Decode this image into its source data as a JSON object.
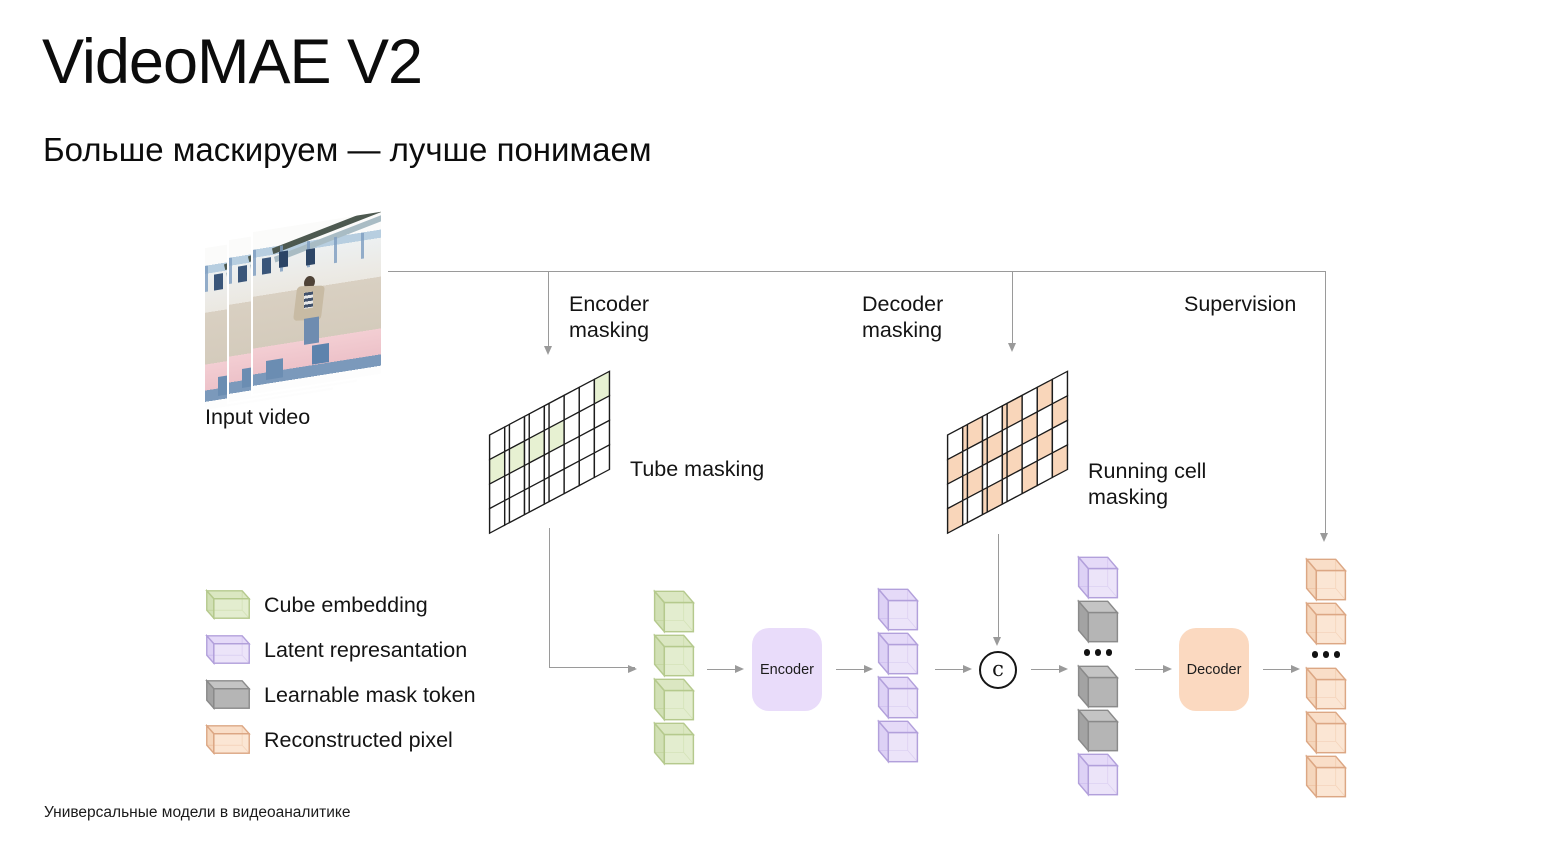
{
  "slide": {
    "title": "VideoMAE V2",
    "subtitle": "Больше маскируем — лучше понимаем",
    "footer": "Универсальные модели в видеоаналитике"
  },
  "diagram": {
    "input_video_label": "Input video",
    "encoder_masking": {
      "line1": "Encoder",
      "line2": "masking"
    },
    "decoder_masking": {
      "line1": "Decoder",
      "line2": "masking"
    },
    "tube_masking_label": "Tube masking",
    "running_cell_masking": {
      "line1": "Running cell",
      "line2": "masking"
    },
    "supervision_label": "Supervision",
    "encoder_block_label": "Encoder",
    "decoder_block_label": "Decoder",
    "concat_symbol": "c"
  },
  "legend": {
    "items": [
      {
        "label": "Cube embedding",
        "variant": "green"
      },
      {
        "label": "Latent represantation",
        "variant": "purple"
      },
      {
        "label": "Learnable mask token",
        "variant": "gray"
      },
      {
        "label": "Reconstructed pixel",
        "variant": "orange"
      }
    ]
  },
  "pipeline": {
    "embed_column": [
      "green",
      "green",
      "green",
      "green"
    ],
    "latent_column": [
      "purple",
      "purple",
      "purple",
      "purple"
    ],
    "decoder_input_column": [
      "purple",
      "gray",
      "dots",
      "gray",
      "gray",
      "purple"
    ],
    "output_column": [
      "orange",
      "orange",
      "dots",
      "orange",
      "orange",
      "orange"
    ]
  },
  "masking": {
    "tube": {
      "planes": 4,
      "rows": 4,
      "cols": 4,
      "mode": "fixed",
      "masked_cells": [
        [
          0,
          3
        ],
        [
          1,
          0
        ]
      ],
      "mask_color": "#e7f1d2"
    },
    "running": {
      "planes": 4,
      "rows": 4,
      "cols": 4,
      "mode": "checkerboard",
      "mask_color": "#f9d6ba"
    }
  },
  "colors": {
    "line": "#9a9a9a",
    "grid_stroke": "#1c1c1c",
    "encoder_block_bg": "#e9dcfa",
    "decoder_block_bg": "#fbd9c0",
    "cube_variants": {
      "green": {
        "front": "#dce8c3",
        "top": "#d2e1b3",
        "side": "#c6d8a2",
        "stroke": "#b5c98d"
      },
      "purple": {
        "front": "#e7ddf8",
        "top": "#ded1f6",
        "side": "#d4c6f2",
        "stroke": "#b2a0db"
      },
      "gray": {
        "front": "#b5b5b5",
        "top": "#c4c4c4",
        "side": "#a3a3a3",
        "stroke": "#8a8a8a"
      },
      "orange": {
        "front": "#fae0c9",
        "top": "#f7d6ba",
        "side": "#f2ccab",
        "stroke": "#dca784"
      }
    }
  }
}
